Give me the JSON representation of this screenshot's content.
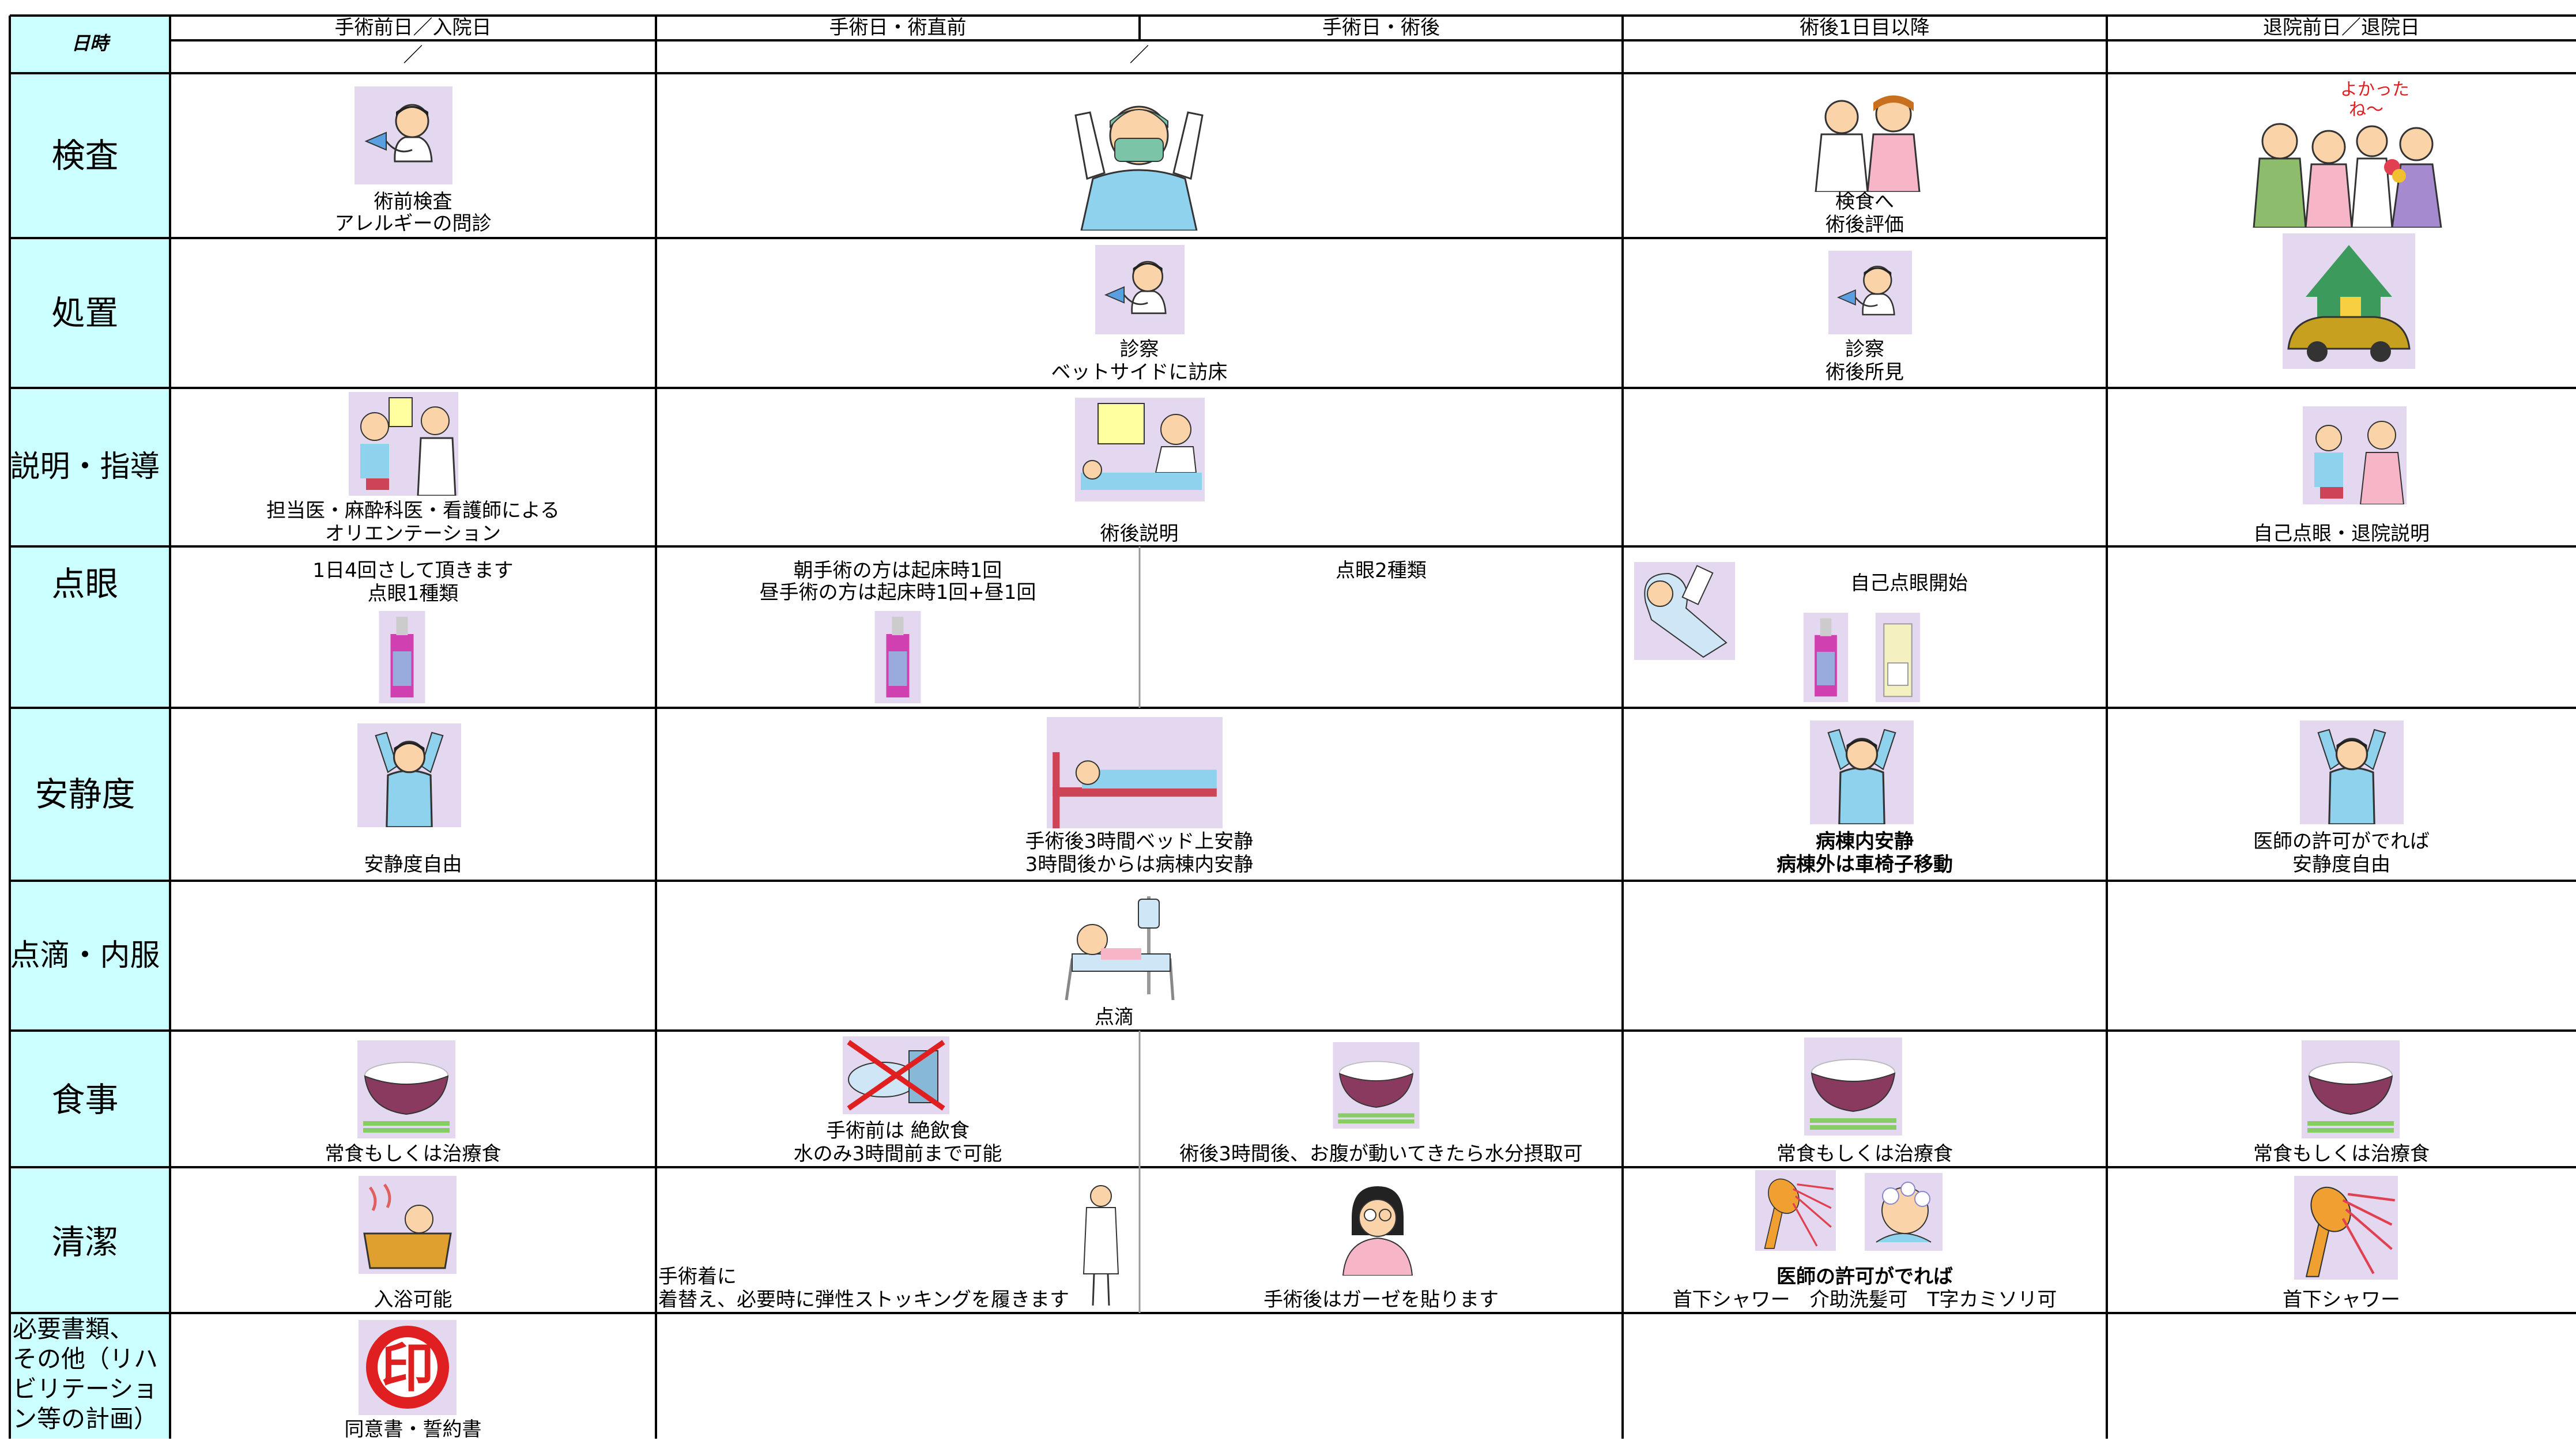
{
  "colors": {
    "label_bg": "#ccffff",
    "grid": "#000000",
    "inner_grid": "#999999",
    "icon_bg": "#e4d8f0"
  },
  "header": {
    "row_label": "日時",
    "columns": [
      "手術前日／入院日",
      "手術日・術直前",
      "手術日・術後",
      "術後1日目以降",
      "退院前日／退院日"
    ],
    "date_slash": "／"
  },
  "rows": {
    "kensa": {
      "label": "検査",
      "pre": [
        "術前検査",
        "アレルギーの問診"
      ],
      "post1": [
        "検食へ",
        "術後評価"
      ],
      "bubble": [
        "よかった",
        "ね～"
      ]
    },
    "shochi": {
      "label": "処置",
      "surgery": [
        "診察",
        "ベットサイドに訪床"
      ],
      "post1": [
        "診察",
        "術後所見"
      ]
    },
    "setsumei": {
      "label": "説明・指導",
      "pre": [
        "担当医・麻酔科医・看護師による",
        "オリエンテーション"
      ],
      "surgery": "術後説明",
      "discharge": "自己点眼・退院説明"
    },
    "tengan": {
      "label": "点眼",
      "pre": [
        "1日4回さして頂きます",
        "点眼1種類"
      ],
      "surg_before": [
        "朝手術の方は起床時1回",
        "昼手術の方は起床時1回+昼1回"
      ],
      "surg_after": "点眼2種類",
      "post1": "自己点眼開始"
    },
    "anseido": {
      "label": "安静度",
      "pre": "安静度自由",
      "surgery": [
        "手術後3時間ベッド上安静",
        "3時間後からは病棟内安静"
      ],
      "post1": [
        "病棟内安静",
        "病棟外は車椅子移動"
      ],
      "discharge": [
        "医師の許可がでれば",
        "安静度自由"
      ]
    },
    "tenteki": {
      "label": "点滴・内服",
      "surgery": "点滴"
    },
    "shokuji": {
      "label": "食事",
      "pre": "常食もしくは治療食",
      "surg_before": [
        "手術前は 絶飲食",
        "水のみ3時間前まで可能"
      ],
      "surg_after": "術後3時間後、お腹が動いてきたら水分摂取可",
      "post1": "常食もしくは治療食",
      "discharge": "常食もしくは治療食"
    },
    "seiketsu": {
      "label": "清潔",
      "pre": "入浴可能",
      "surg_before": [
        "手術着に",
        "着替え、必要時に弾性ストッキングを履きます"
      ],
      "surg_after": "手術後はガーゼを貼ります",
      "post1": [
        "医師の許可がでれば",
        "首下シャワー　介助洗髪可　T字カミソリ可"
      ],
      "discharge": "首下シャワー"
    },
    "shorui": {
      "label": [
        "必要書類、",
        "その他（リハ",
        "ビリテーショ",
        "ン等の計画）"
      ],
      "pre": "同意書・誓約書",
      "seal": "印"
    }
  }
}
